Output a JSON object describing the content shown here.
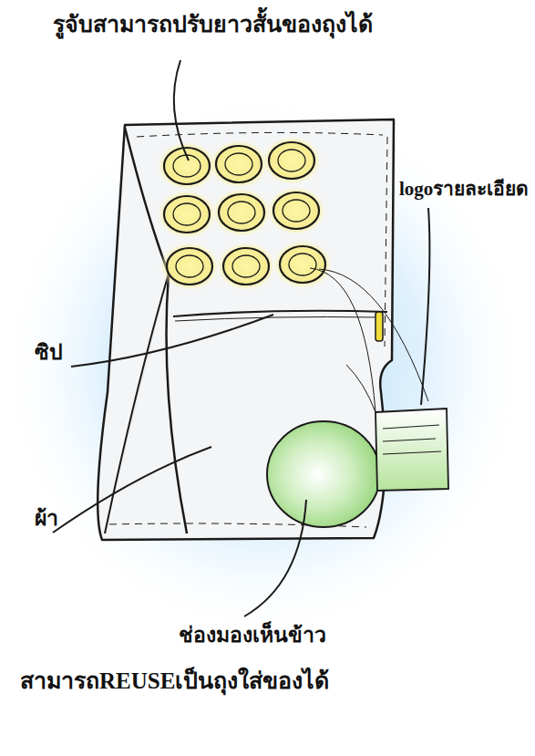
{
  "diagram": {
    "labels": [
      "รูจับสามารถปรับยาวสั้นของถุงได้",
      "logoรายละเอียด",
      "ซิป",
      "ผ้า",
      "ช่องมองเห็นข้าว",
      "สามารถREUSEเป็นถุงใส่ของได้"
    ]
  }
}
